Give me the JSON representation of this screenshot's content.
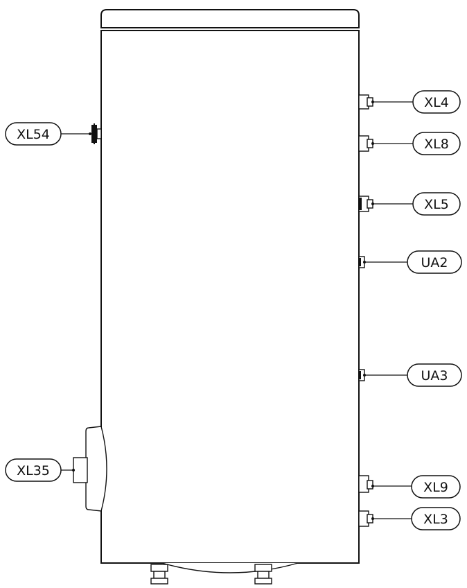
{
  "labels": {
    "xl4": "XL4",
    "xl8": "XL8",
    "xl5": "XL5",
    "ua2": "UA2",
    "ua3": "UA3",
    "xl9": "XL9",
    "xl3": "XL3",
    "xl54": "XL54",
    "xl35": "XL35"
  }
}
